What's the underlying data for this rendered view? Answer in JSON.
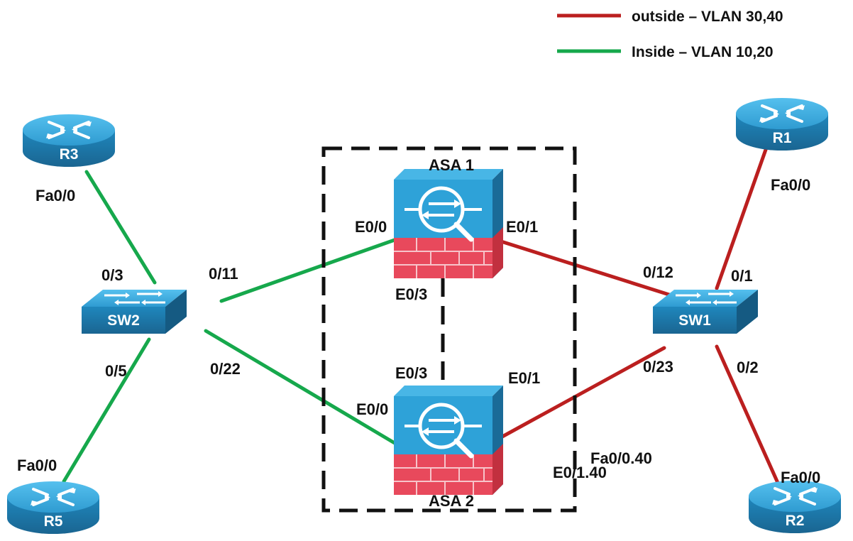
{
  "colors": {
    "outside": "#bb1f1f",
    "inside": "#16a84c",
    "device_top": "#3fb0e3",
    "device_side": "#1b6f9c",
    "firewall_brick": "#e84a5c"
  },
  "legend": [
    {
      "label": "outside – VLAN 30,40",
      "color": "#bb1f1f"
    },
    {
      "label": "Inside – VLAN 10,20",
      "color": "#16a84c"
    }
  ],
  "devices": {
    "r1": {
      "label": "R1",
      "icon": "router-icon"
    },
    "r2": {
      "label": "R2",
      "icon": "router-icon"
    },
    "r3": {
      "label": "R3",
      "icon": "router-icon"
    },
    "r5": {
      "label": "R5",
      "icon": "router-icon"
    },
    "sw1": {
      "label": "SW1",
      "icon": "switch-icon"
    },
    "sw2": {
      "label": "SW2",
      "icon": "switch-icon"
    },
    "asa1": {
      "label": "ASA 1",
      "icon": "firewall-icon"
    },
    "asa2": {
      "label": "ASA 2",
      "icon": "firewall-icon"
    }
  },
  "ports": {
    "r3_fa00": "Fa0/0",
    "sw2_03": "0/3",
    "sw2_011": "0/11",
    "sw2_05": "0/5",
    "sw2_022": "0/22",
    "r5_fa00": "Fa0/0",
    "asa1_e00": "E0/0",
    "asa1_e01": "E0/1",
    "asa1_e03": "E0/3",
    "asa2_e03": "E0/3",
    "asa2_e00": "E0/0",
    "asa2_e01": "E0/1",
    "asa2_e0140": "E0/1.40",
    "r2_fa040": "Fa0/0.40",
    "r1_fa00": "Fa0/0",
    "sw1_012": "0/12",
    "sw1_01": "0/1",
    "sw1_023": "0/23",
    "sw1_02": "0/2",
    "r2_fa00": "Fa0/0"
  }
}
